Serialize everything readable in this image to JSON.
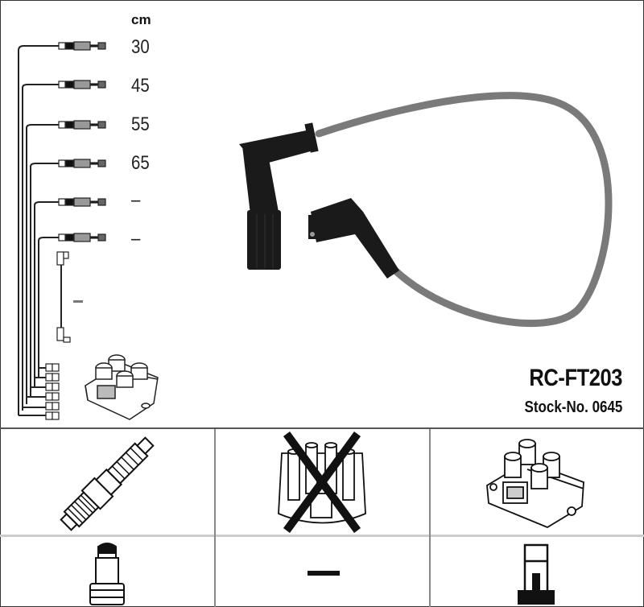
{
  "product": {
    "part_number": "RC-FT203",
    "stock_label": "Stock-No. 0645"
  },
  "cable_set": {
    "unit_label": "cm",
    "lengths": [
      "30",
      "45",
      "55",
      "65",
      "–",
      "–"
    ],
    "coil_lead_length": "–",
    "cable_color": "#7a7a7a",
    "boot_color": "#1a1a1a"
  },
  "compatibility": {
    "row1": [
      {
        "name": "spark-plug",
        "status": "compatible"
      },
      {
        "name": "distributor-cap",
        "status": "not-applicable"
      },
      {
        "name": "ignition-coil",
        "status": "compatible"
      }
    ],
    "row2": [
      {
        "name": "plug-connector",
        "status": "compatible"
      },
      {
        "name": "none",
        "status": "–"
      },
      {
        "name": "coil-terminal",
        "status": "compatible"
      }
    ],
    "row2_middle_text": "—"
  }
}
